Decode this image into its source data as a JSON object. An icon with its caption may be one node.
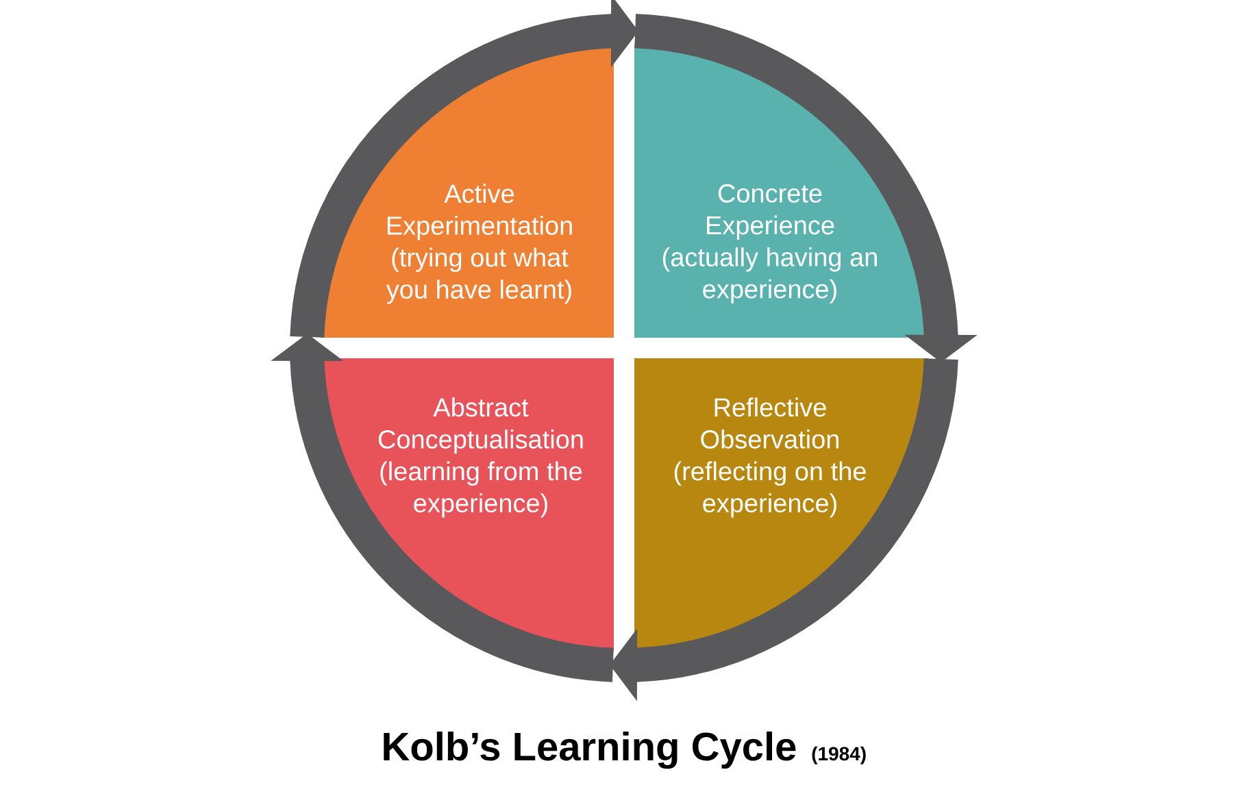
{
  "diagram": {
    "title": "Kolb’s Learning Cycle",
    "nodes": [
      {
        "text": [
          "Active Experimentation",
          "(trying out what you have learnt)"
        ]
      },
      {
        "text": [
          "Concrete Experience",
          "(actually having an experience)"
        ]
      },
      {
        "text": [
          "Abstract Conceptualisation",
          "(learning from the experience)"
        ]
      },
      {
        "text": [
          "Reflective Observation",
          "(reflecting on the experience)"
        ]
      }
    ],
    "edges": [
      {
        "from": 1,
        "to": 3,
        "arrow": "to"
      },
      {
        "from": 3,
        "to": 2,
        "arrow": "to"
      },
      {
        "from": 2,
        "to": 0,
        "arrow": "to"
      },
      {
        "from": 0,
        "to": 1,
        "arrow": "to"
      }
    ],
    "labels": [
      "(1984)"
    ]
  }
}
